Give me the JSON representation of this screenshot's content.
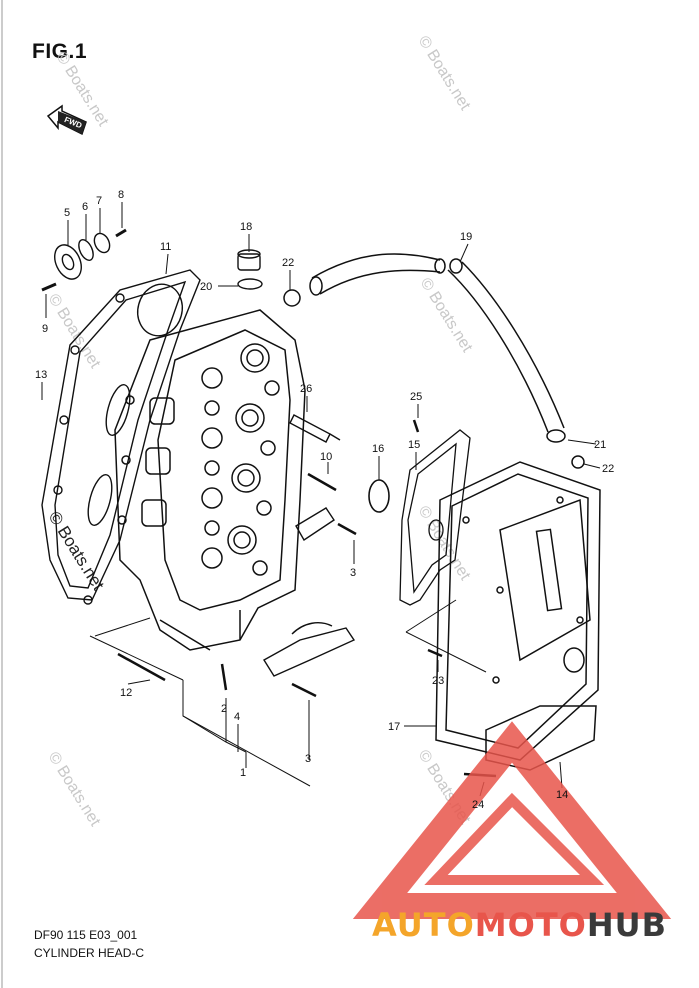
{
  "figure": {
    "title": "FIG.1",
    "diagram_code": "DF90 115 E03_001",
    "diagram_name": "CYLINDER HEAD-C",
    "fwd_label": "FWD"
  },
  "watermark": {
    "text": "© Boats.net"
  },
  "brand_logo": {
    "part1": "AUTO",
    "part2": "MOTO",
    "part3": "HUB",
    "colors": {
      "auto": "#f4a52a",
      "moto": "#e8554b",
      "hub": "#3a3a3a",
      "triangle": "#e8554b"
    }
  },
  "callouts": [
    {
      "id": "c1",
      "label": "1"
    },
    {
      "id": "c2",
      "label": "2"
    },
    {
      "id": "c3a",
      "label": "3"
    },
    {
      "id": "c3b",
      "label": "3"
    },
    {
      "id": "c4",
      "label": "4"
    },
    {
      "id": "c5",
      "label": "5"
    },
    {
      "id": "c6",
      "label": "6"
    },
    {
      "id": "c7",
      "label": "7"
    },
    {
      "id": "c8",
      "label": "8"
    },
    {
      "id": "c9",
      "label": "9"
    },
    {
      "id": "c10",
      "label": "10"
    },
    {
      "id": "c11",
      "label": "11"
    },
    {
      "id": "c12",
      "label": "12"
    },
    {
      "id": "c13",
      "label": "13"
    },
    {
      "id": "c14",
      "label": "14"
    },
    {
      "id": "c15",
      "label": "15"
    },
    {
      "id": "c16",
      "label": "16"
    },
    {
      "id": "c17",
      "label": "17"
    },
    {
      "id": "c18",
      "label": "18"
    },
    {
      "id": "c19",
      "label": "19"
    },
    {
      "id": "c20",
      "label": "20"
    },
    {
      "id": "c21",
      "label": "21"
    },
    {
      "id": "c22a",
      "label": "22"
    },
    {
      "id": "c22b",
      "label": "22"
    },
    {
      "id": "c23",
      "label": "23"
    },
    {
      "id": "c24",
      "label": "24"
    },
    {
      "id": "c25",
      "label": "25"
    },
    {
      "id": "c26",
      "label": "26"
    }
  ]
}
